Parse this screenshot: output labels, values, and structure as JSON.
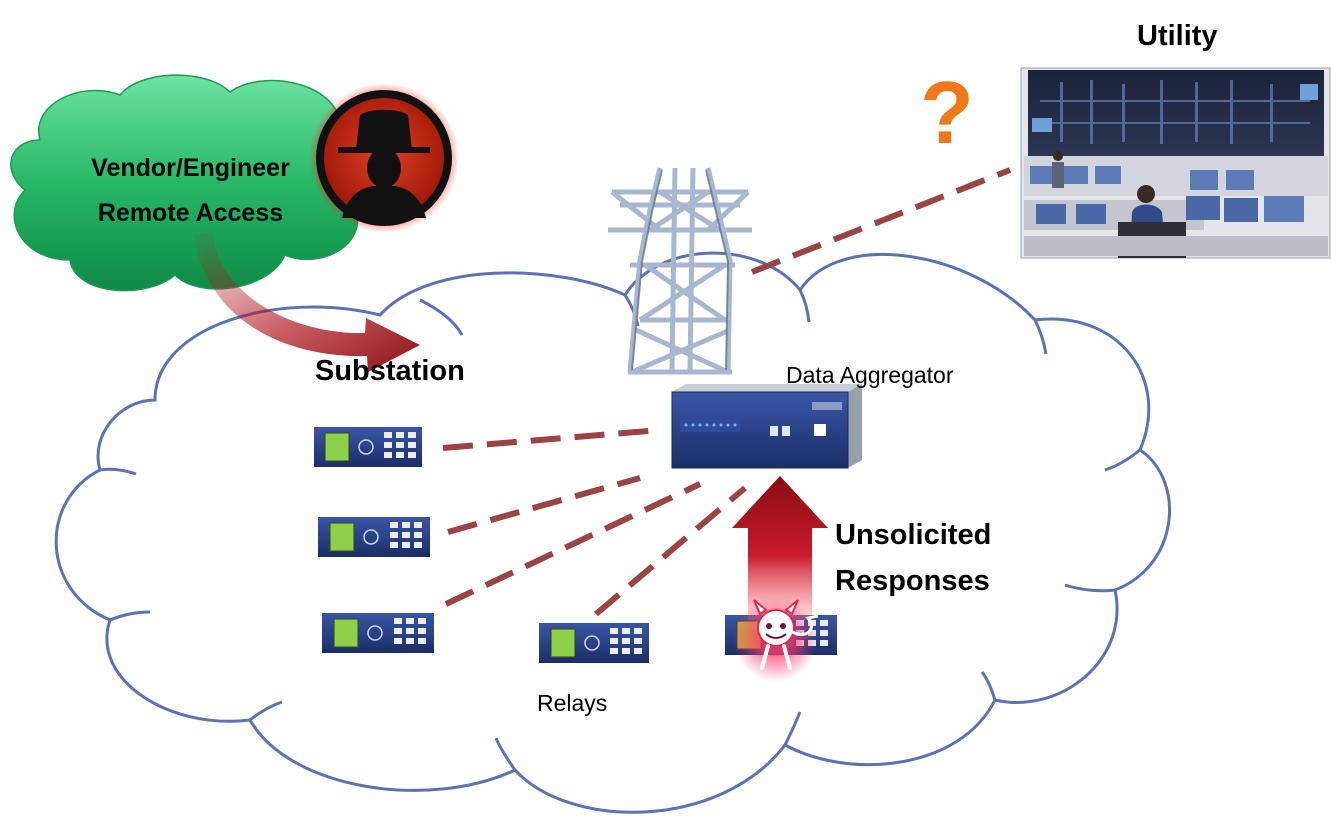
{
  "diagram": {
    "utility_title": "Utility",
    "vendor_line1": "Vendor/Engineer",
    "vendor_line2": "Remote Access",
    "substation_title": "Substation",
    "aggregator_label": "Data Aggregator",
    "unsolicited_line1": "Unsolicited",
    "unsolicited_line2": "Responses",
    "relays_label": "Relays",
    "question_mark": "?"
  },
  "colors": {
    "cloud_outline": "#5b72b5",
    "vendor_cloud": "#2fbf70",
    "link_dash": "#9a4444",
    "attack_red": "#b01822",
    "question": "#f07818",
    "device_blue": "#243a7c",
    "lcd_green": "#8ed04a"
  },
  "icons": {
    "tower": "transmission-tower-icon",
    "hacker": "hacker-icon",
    "devil": "devil-malware-icon",
    "control_room": "control-room-photo"
  }
}
